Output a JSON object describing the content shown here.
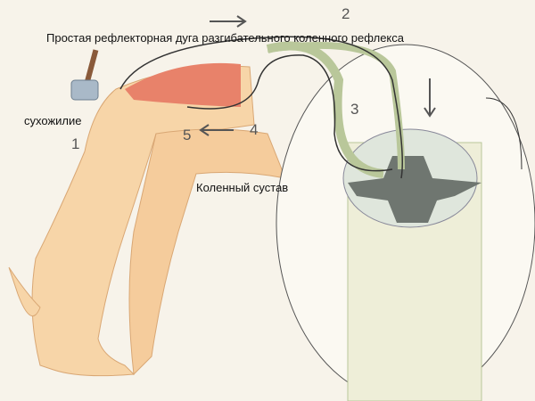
{
  "title": "Простая рефлекторная дуга разгибательного коленного рефлекса",
  "labels": {
    "tendon": "сухожилие",
    "knee_joint": "Коленный сустав"
  },
  "numbers": [
    "1",
    "2",
    "3",
    "4",
    "5"
  ],
  "colors": {
    "skin": "#f7d5a8",
    "muscle": "#e8826a",
    "nerve": "#b9c79a",
    "grey_matter": "#6f7670",
    "background": "#f7f3ea"
  }
}
